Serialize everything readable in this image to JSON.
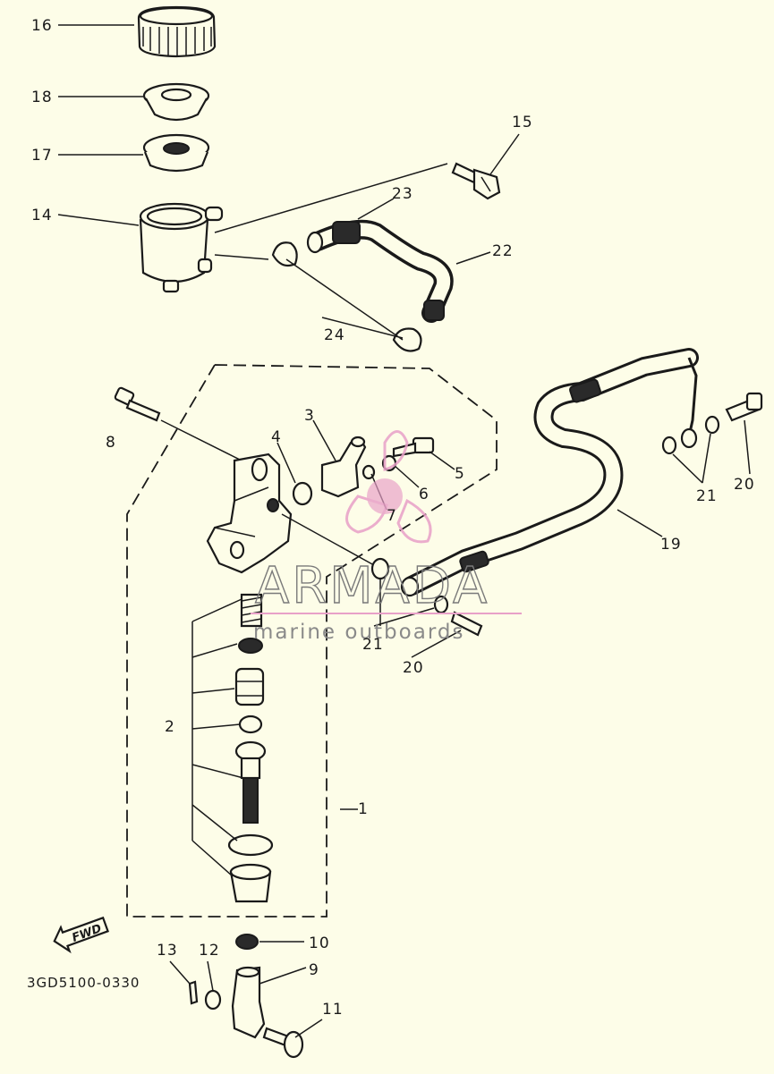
{
  "diagram": {
    "part_labels": {
      "p1": "1",
      "p2": "2",
      "p3": "3",
      "p4": "4",
      "p5": "5",
      "p6": "6",
      "p7": "7",
      "p8": "8",
      "p9": "9",
      "p10": "10",
      "p11": "11",
      "p12": "12",
      "p13": "13",
      "p14": "14",
      "p15": "15",
      "p16": "16",
      "p17": "17",
      "p18": "18",
      "p19": "19",
      "p20a": "20",
      "p20b": "20",
      "p21a": "21",
      "p21b": "21",
      "p22": "22",
      "p23": "23",
      "p24": "24"
    },
    "diagram_code": "3GD5100-0330",
    "fwd_label": "FWD",
    "watermark": {
      "brand": "ARMADA",
      "tagline": "marine outboards",
      "color": "#e8a0c8"
    },
    "colors": {
      "background": "#fdfde8",
      "ink": "#1a1a1a"
    }
  }
}
